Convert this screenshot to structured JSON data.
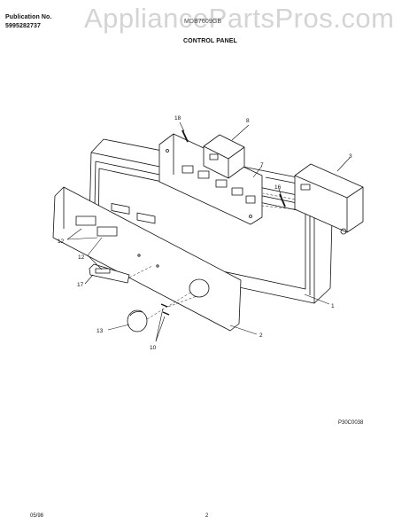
{
  "header": {
    "publication_label": "Publication No.",
    "publication_number": "5995282737",
    "model": "MDB7609GB",
    "section_title": "CONTROL PANEL"
  },
  "watermark": "AppliancePartsPros.com",
  "figure_code": "P30C0038",
  "footer": {
    "date": "05/98",
    "page": "2"
  },
  "part_labels": {
    "p18": "18",
    "p8": "8",
    "p3": "3",
    "p7": "7",
    "p16": "16",
    "p12a": "12",
    "p12b": "12",
    "p17": "17",
    "p1": "1",
    "p13": "13",
    "p10": "10",
    "p2": "2"
  }
}
